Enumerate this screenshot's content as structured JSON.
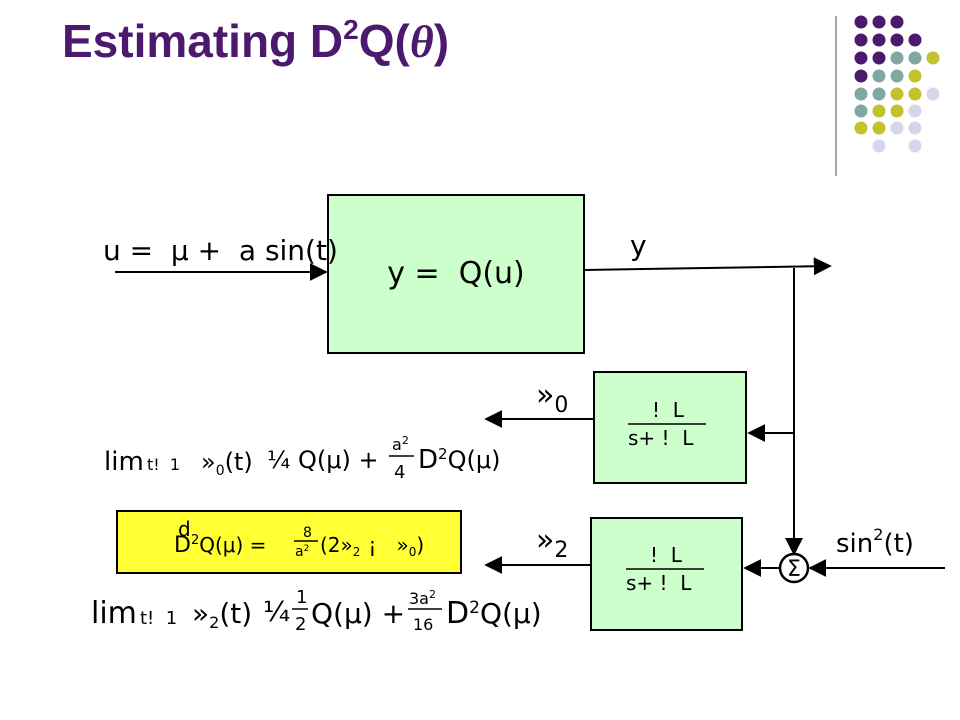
{
  "title": {
    "main": "Estimating D",
    "sup": "2",
    "after": "Q(",
    "theta": "θ",
    "close": ")"
  },
  "colors": {
    "title": "#4b1a6e",
    "plant_fill": "#ccffcc",
    "highlight_fill": "#ffff33",
    "dot_purple": "#4b1a6e",
    "dot_teal": "#7fa8a3",
    "dot_olive": "#c2c22a",
    "dot_lavender": "#d6d6ea"
  },
  "diagram": {
    "input_label": "u =  μ +  a sin(t)",
    "plant_label": "y =  Q(u)",
    "output_label": "y",
    "filter_top": {
      "num": "!  L",
      "den": "s+ !  L"
    },
    "filter_bottom": {
      "num": "!  L",
      "den": "s+ !  L"
    },
    "xi0": {
      "glyph": "»",
      "sub": "0"
    },
    "xi2": {
      "glyph": "»",
      "sub": "2"
    },
    "sin2": {
      "base": "sin",
      "sup": "2",
      "rest": "(t)"
    },
    "sum_symbol": "Σ",
    "limit1": {
      "lim": "lim",
      "sub": "t!  1",
      "xi": "»",
      "xisub": "0",
      "arg": "(t)",
      "approx": "¼",
      "q": "Q(μ) +",
      "fnum": "a",
      "fnumsup": "2",
      "fden": "4",
      "d": "D",
      "dsup": "2",
      "dq": "Q(μ)"
    },
    "limit2": {
      "lim": "lim",
      "sub": "t!  1",
      "xi": "»",
      "xisub": "2",
      "arg": "(t)",
      "approx": "¼",
      "fnum1": "1",
      "fden1": "2",
      "q": "Q(μ) +",
      "fnum2": "3a",
      "fnum2sup": "2",
      "fden2": "16",
      "d": "D",
      "dsup": "2",
      "dq": "Q(μ)"
    },
    "estimate": {
      "d": "d",
      "D": "D",
      "Dsup": "2",
      "q": "Q(μ) =",
      "fnum": "8",
      "fden": "a",
      "fdensup": "2",
      "paren": "(2»",
      "xisub": "2",
      "minus": "¡",
      "xi0": "»",
      "xi0sub": "0",
      "close": ")"
    }
  }
}
